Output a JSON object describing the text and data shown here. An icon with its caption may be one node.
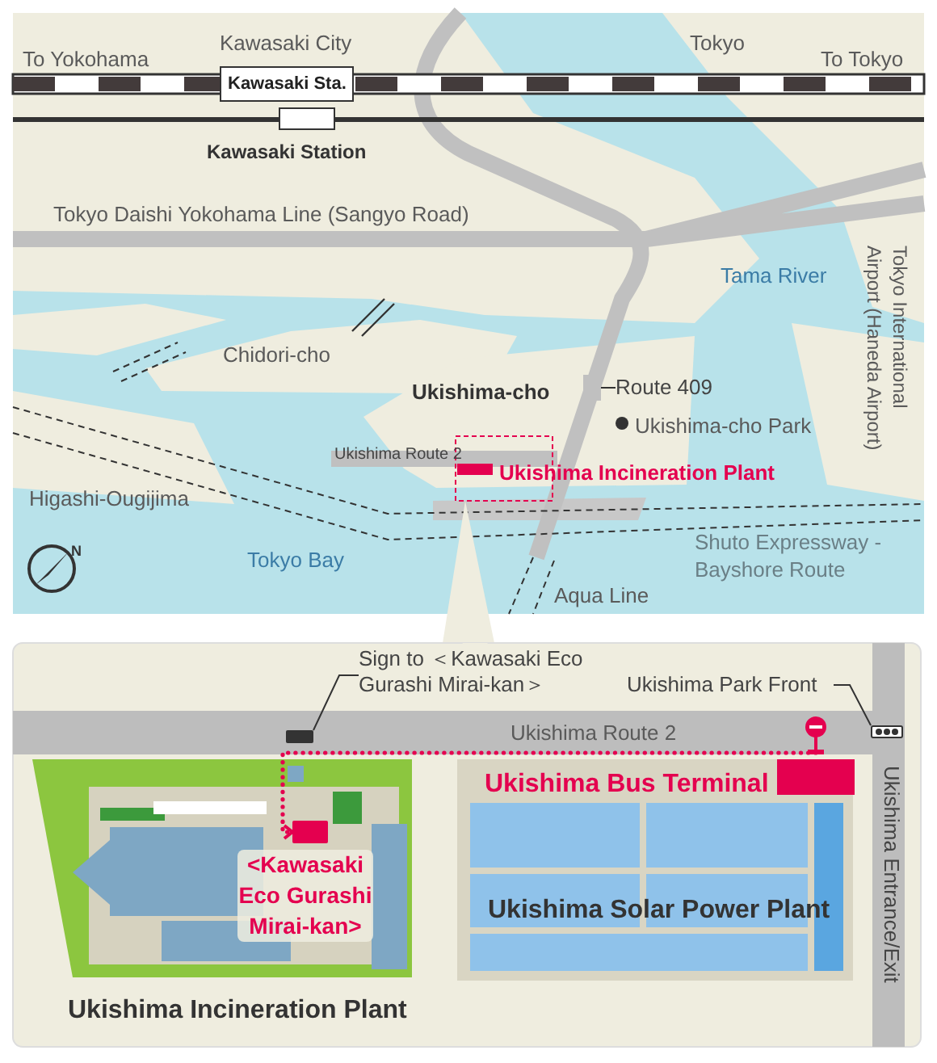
{
  "diagram": {
    "nodes": [
      {
        "text": [
          "Route 409"
        ]
      },
      {
        "text": [
          "Sign to ＜Kawasaki Eco Gurashi Mirai-kan＞"
        ]
      },
      {
        "text": [],
        "shape": "box"
      },
      {
        "text": [
          "Ukishima Park Front"
        ]
      },
      {
        "text": [],
        "shape": "box"
      },
      {
        "text": [],
        "shape": "circle"
      },
      {
        "text": [],
        "shape": "box",
        "beside": [
          "<Kawasaki Eco Gurashi Mirai-kan>"
        ]
      },
      {
        "text": [],
        "shape": "bar"
      }
    ],
    "edges": [
      {
        "from": 0,
        "to": 7,
        "arrow": "none"
      },
      {
        "from": 1,
        "to": 2,
        "arrow": "none"
      },
      {
        "from": 3,
        "to": 4,
        "arrow": "none"
      },
      {
        "from": 5,
        "to": 6,
        "arrow": "to",
        "style": "dashed",
        "color": "#e4004f"
      }
    ],
    "labels": [
      "To Yokohama",
      "Kawasaki City",
      "Tokyo",
      "To Tokyo",
      "Kawasaki Sta.",
      "Kawasaki Station",
      "Tokyo Daishi Yokohama Line (Sangyo Road)",
      "Tama River",
      "Tokyo International Airport (Haneda Airport)",
      "Chidori-cho",
      "Ukishima-cho",
      "Ukishima-cho Park",
      "Ukishima Route 2",
      "Ukishima Incineration Plant",
      "Higashi-Ougijima",
      "Tokyo Bay",
      "Shuto Expressway - Bayshore Route",
      "Aqua Line",
      "N",
      "Ukishima Route 2",
      "Ukishima Bus Terminal",
      "Ukishima Solar Power Plant",
      "Ukishima Entrance/Exit",
      "Ukishima Incineration Plant"
    ]
  }
}
